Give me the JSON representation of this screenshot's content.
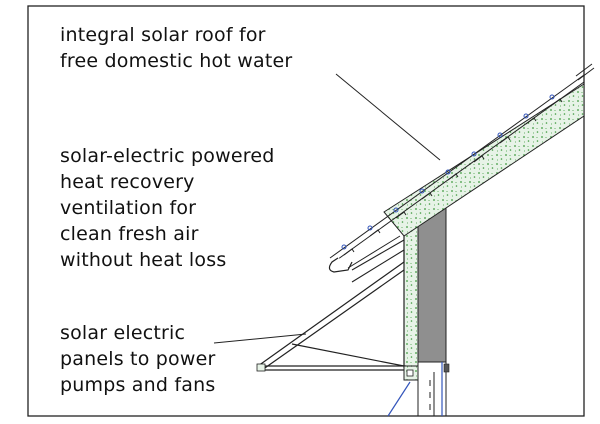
{
  "callouts": {
    "solar_roof": [
      "integral solar roof for",
      "free domestic hot water"
    ],
    "ventilation": [
      "solar-electric powered",
      "heat recovery",
      "ventilation for",
      "clean fresh air",
      "without heat loss"
    ],
    "panels": [
      "solar electric",
      "panels to power",
      "pumps and fans"
    ]
  },
  "colors": {
    "line": "#222222",
    "insulation_fill": "#e7f3e7",
    "insulation_dots": "#3f9a3f",
    "wall_fill": "#8f8f8f",
    "tile_accent": "#3355bb"
  }
}
